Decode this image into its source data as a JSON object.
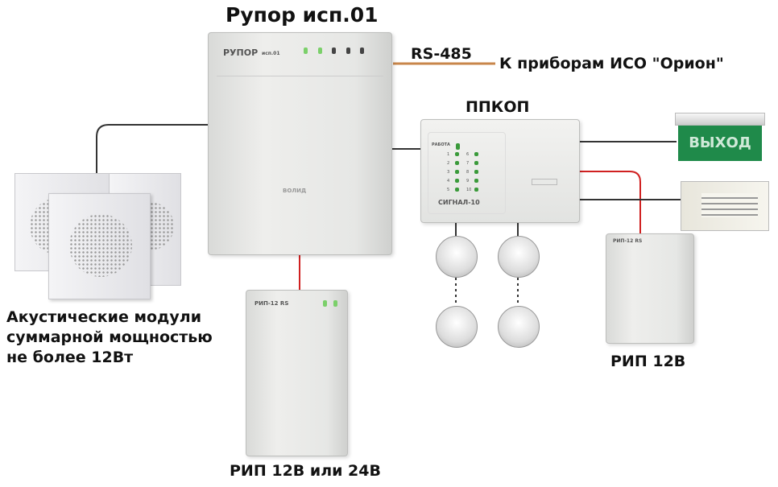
{
  "title": "Рупор исп.01",
  "rs485": {
    "label": "RS-485",
    "target": "К приборам ИСО \"Орион\"",
    "color": "#c8864a"
  },
  "ppkop": {
    "label": "ППКОП",
    "device_name": "СИГНАЛ-10",
    "work_label": "РАБОТА",
    "led_numbers": [
      "1",
      "2",
      "3",
      "4",
      "5",
      "6",
      "7",
      "8",
      "9",
      "10"
    ]
  },
  "rupor_device": {
    "brand": "РУПОР",
    "model": "исп.01",
    "logo": "ВОЛИД"
  },
  "exit_sign": {
    "text": "ВЫХОД",
    "color": "#1f8a4a"
  },
  "speakers": {
    "caption_lines": [
      "Акустические модули",
      "суммарной мощностью",
      "не более 12Вт"
    ]
  },
  "rip_bottom": {
    "label": "РИП 12В или 24В",
    "panel": "РИП-12 RS"
  },
  "rip_right": {
    "label": "РИП 12В",
    "panel": "РИП-12 RS"
  },
  "wire_colors": {
    "signal": "#333333",
    "power": "#d02020"
  }
}
